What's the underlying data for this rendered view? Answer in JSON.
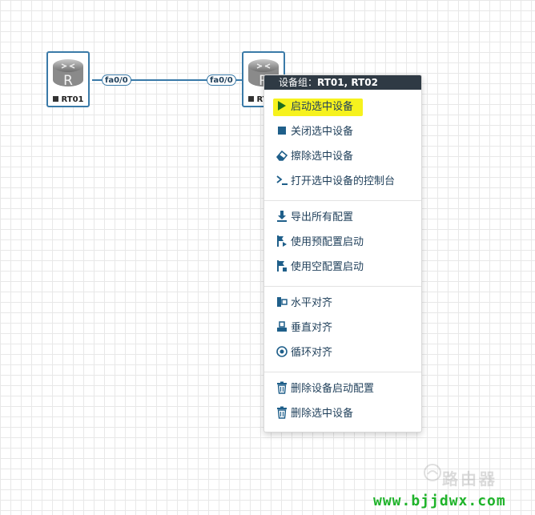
{
  "nodes": [
    {
      "label": "RT01",
      "icon_letter": "R"
    },
    {
      "label": "RT02",
      "icon_letter": "R"
    }
  ],
  "links": [
    {
      "port_a": "fa0/0",
      "port_b": "fa0/0"
    }
  ],
  "context_menu": {
    "header_prefix": "设备组：",
    "header_devices": "RT01, RT02",
    "items": [
      {
        "label": "启动选中设备",
        "icon": "play-icon",
        "highlighted": true
      },
      {
        "label": "关闭选中设备",
        "icon": "stop-icon"
      },
      {
        "label": "擦除选中设备",
        "icon": "eraser-icon"
      },
      {
        "label": "打开选中设备的控制台",
        "icon": "terminal-icon"
      },
      {
        "label": "导出所有配置",
        "icon": "download-icon"
      },
      {
        "label": "使用预配置启动",
        "icon": "flag-start-icon"
      },
      {
        "label": "使用空配置启动",
        "icon": "flag-empty-icon"
      },
      {
        "label": "水平对齐",
        "icon": "align-horizontal-icon"
      },
      {
        "label": "垂直对齐",
        "icon": "align-vertical-icon"
      },
      {
        "label": "循环对齐",
        "icon": "align-circle-icon"
      },
      {
        "label": "删除设备启动配置",
        "icon": "trash-icon"
      },
      {
        "label": "删除选中设备",
        "icon": "trash-icon"
      }
    ]
  },
  "watermark": {
    "site": "www.bjjdwx.com",
    "logo_text": "路由器"
  },
  "colors": {
    "accent": "#3a7aa8",
    "menu_header_bg": "#2f3a44",
    "highlight": "#f6f21e",
    "menu_text": "#1f3f5a",
    "watermark_green": "#1fb32a"
  }
}
